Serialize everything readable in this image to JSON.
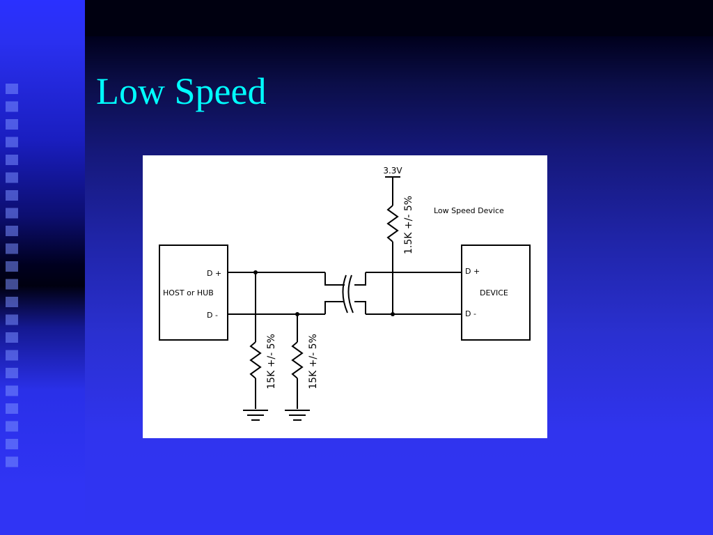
{
  "slide": {
    "title": "Low Speed"
  },
  "diagram": {
    "host_label": "HOST or HUB",
    "device_label": "DEVICE",
    "host_dplus": "D +",
    "host_dminus": "D -",
    "device_dplus": "D +",
    "device_dminus": "D -",
    "supply_label": "3.3V",
    "pullup_resistor": "1.5K +/- 5%",
    "pulldown_resistor_1": "15K +/- 5%",
    "pulldown_resistor_2": "15K +/- 5%",
    "caption": "Low Speed Device"
  }
}
